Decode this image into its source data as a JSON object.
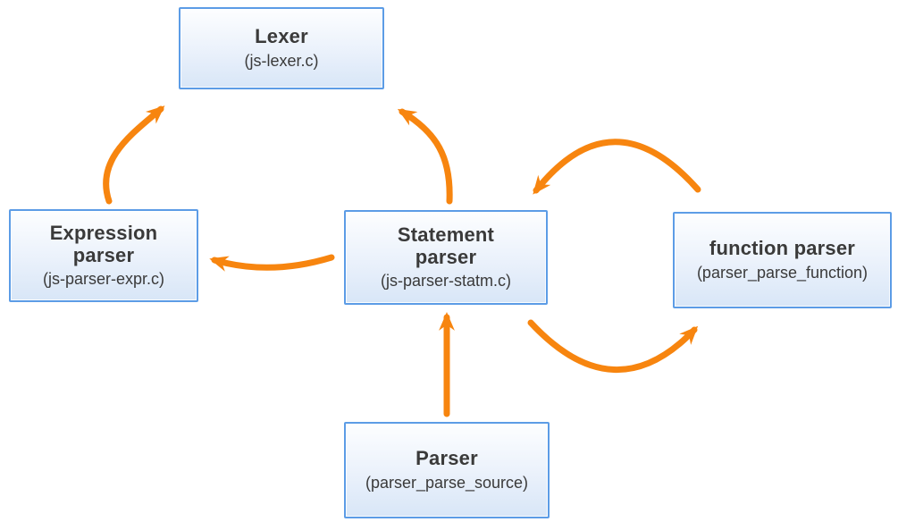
{
  "diagram": {
    "nodes": {
      "lexer": {
        "title": "Lexer",
        "subtitle": "(js-lexer.c)"
      },
      "expression_parser": {
        "title": "Expression\nparser",
        "subtitle": "(js-parser-expr.c)"
      },
      "statement_parser": {
        "title": "Statement\nparser",
        "subtitle": "(js-parser-statm.c)"
      },
      "function_parser": {
        "title": "function parser",
        "subtitle": "(parser_parse_function)"
      },
      "parser": {
        "title": "Parser",
        "subtitle": "(parser_parse_source)"
      }
    },
    "edges": [
      {
        "from": "Expression parser",
        "to": "Lexer",
        "shape": "curved"
      },
      {
        "from": "Statement parser",
        "to": "Lexer",
        "shape": "curved"
      },
      {
        "from": "Statement parser",
        "to": "Expression parser",
        "shape": "curved"
      },
      {
        "from": "Parser",
        "to": "Statement parser",
        "shape": "straight"
      },
      {
        "from": "function parser",
        "to": "Statement parser",
        "shape": "arc"
      },
      {
        "from": "Statement parser",
        "to": "function parser",
        "shape": "arc"
      }
    ],
    "colors": {
      "arrow": "#f7850f",
      "node_border": "#5c9ce6",
      "node_fill_top": "#fdfeff",
      "node_fill_bottom": "#d8e6f7",
      "text": "#3a3a3a",
      "background": "#ffffff"
    }
  }
}
